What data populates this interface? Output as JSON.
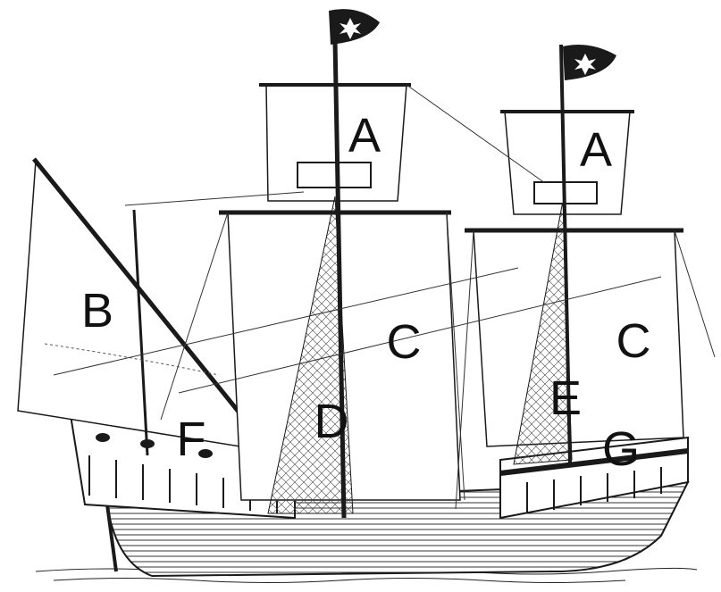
{
  "diagram": {
    "labels": {
      "topsail_main": "A",
      "topsail_fore": "A",
      "lateen_sail": "B",
      "main_sail": "C",
      "fore_sail": "C",
      "main_mast": "D",
      "fore_mast": "E",
      "aftercastle": "F",
      "forecastle": "G"
    },
    "colors": {
      "ink": "#1a1a1a",
      "hull": "#3a3a3a",
      "background": "#ffffff"
    },
    "icons": {
      "flag": "cross-pattee-flag-icon"
    }
  }
}
